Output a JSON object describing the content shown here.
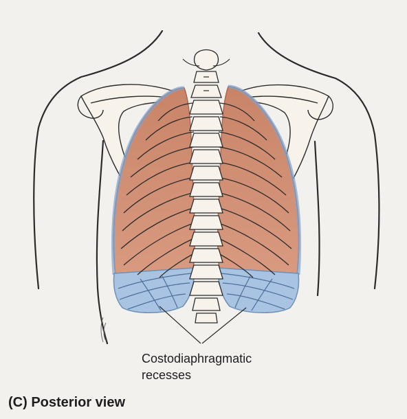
{
  "labels": {
    "recesses_line1": "Costodiaphragmatic",
    "recesses_line2": "recesses",
    "view_caption": "(C) Posterior view"
  },
  "colors": {
    "background": "#f3f1ee",
    "lung": "#cf8e72",
    "lung_dark": "#a86750",
    "recess": "#a8c4e2",
    "recess_dark": "#6d8fb8",
    "outline": "#2b2b2b",
    "bone": "#f7f3ea"
  },
  "icons": [
    "thorax-outline",
    "spine",
    "left-scapula",
    "right-scapula",
    "left-lung",
    "right-lung",
    "left-recess",
    "right-recess",
    "ribs",
    "leader-lines"
  ]
}
